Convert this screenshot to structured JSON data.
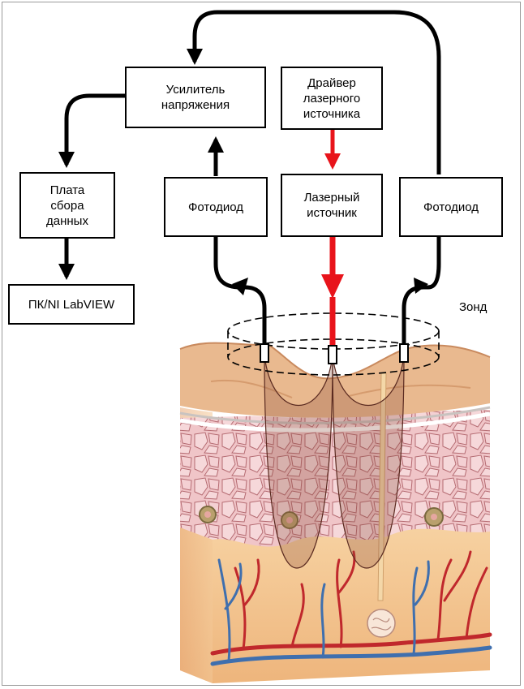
{
  "blocks": {
    "voltage_amplifier": "Усилитель\nнапряжения",
    "laser_driver": "Драйвер\nлазерного\nисточника",
    "daq_board": "Плата\nсбора\nданных",
    "photodiode_left": "Фотодиод",
    "laser_source": "Лазерный\nисточник",
    "photodiode_right": "Фотодиод",
    "pc_labview": "ПК/NI LabVIEW"
  },
  "probe_label": "Зонд",
  "colors": {
    "laser_beam": "#e8141b",
    "wire": "#000000",
    "skin_surface": "#e9b98f",
    "epidermis": "#f0c5c8",
    "dermis": "#f3c48f",
    "artery": "#c0282c",
    "vein": "#3f6fae"
  }
}
